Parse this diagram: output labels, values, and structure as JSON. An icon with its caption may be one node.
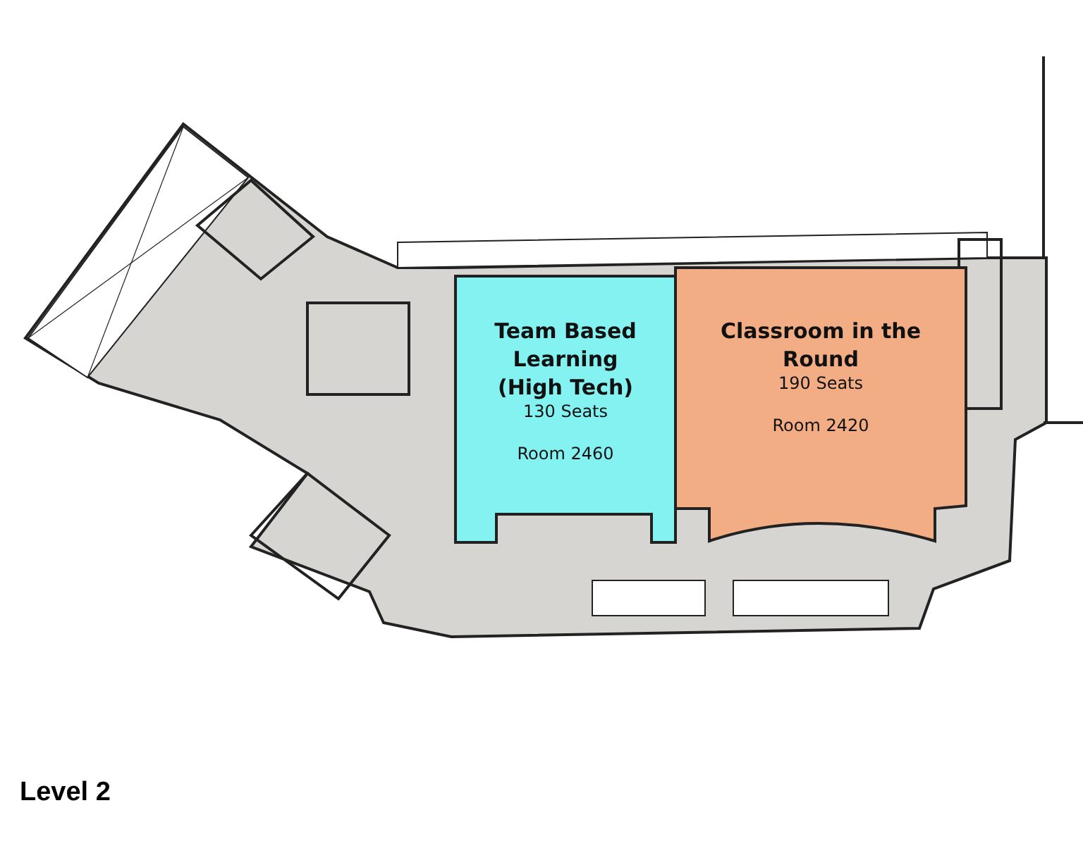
{
  "diagram": {
    "caption": "Level 2",
    "nodes": [
      {
        "text": [
          "Team Based Learning (High Tech)",
          "130 Seats",
          "Room 2460"
        ]
      },
      {
        "text": [
          "Classroom in the Round",
          "190 Seats",
          "Room 2420"
        ]
      }
    ]
  }
}
